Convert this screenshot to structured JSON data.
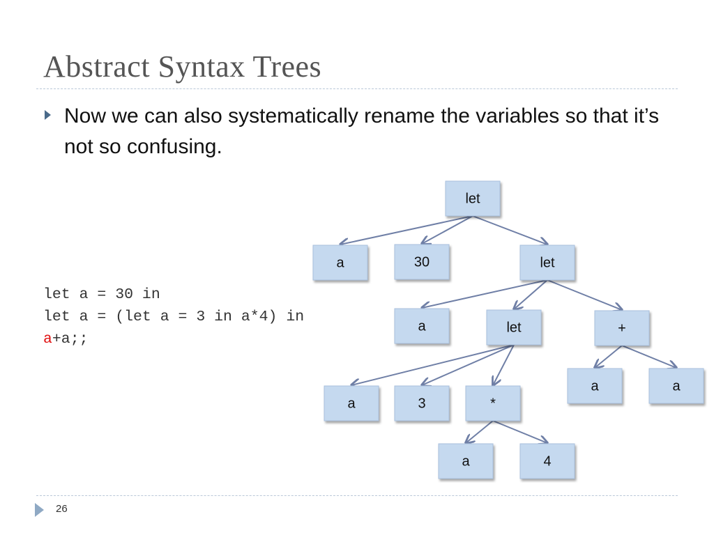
{
  "slide": {
    "title": "Abstract Syntax Trees",
    "bullet": "Now we can also systematically rename the variables so that it’s not so confusing.",
    "page_number": "26"
  },
  "code": {
    "line1": "let a = 30 in",
    "line2": "let a = (let a = 3 in a*4) in",
    "line3_highlight": "a",
    "line3_rest": "+a;;",
    "highlight_color": "#e01010"
  },
  "tree": {
    "node_fill": "#c5d9ef",
    "edge_color": "#6f7fa6",
    "highlight_color": "#e01010",
    "nodes": [
      {
        "id": "n_let1",
        "label": "let"
      },
      {
        "id": "n_a1",
        "label": "a"
      },
      {
        "id": "n_30",
        "label": "30"
      },
      {
        "id": "n_let2",
        "label": "let"
      },
      {
        "id": "n_a2",
        "label": "a"
      },
      {
        "id": "n_let3",
        "label": "let"
      },
      {
        "id": "n_plus",
        "label": "+"
      },
      {
        "id": "n_a3",
        "label": "a"
      },
      {
        "id": "n_3",
        "label": "3"
      },
      {
        "id": "n_mul",
        "label": "*"
      },
      {
        "id": "n_ared",
        "label": "a",
        "highlight": true
      },
      {
        "id": "n_a4",
        "label": "a"
      },
      {
        "id": "n_a5",
        "label": "a"
      },
      {
        "id": "n_4",
        "label": "4"
      }
    ],
    "edges": [
      [
        "n_let1",
        "n_a1"
      ],
      [
        "n_let1",
        "n_30"
      ],
      [
        "n_let1",
        "n_let2"
      ],
      [
        "n_let2",
        "n_a2"
      ],
      [
        "n_let2",
        "n_let3"
      ],
      [
        "n_let2",
        "n_plus"
      ],
      [
        "n_let3",
        "n_a3"
      ],
      [
        "n_let3",
        "n_3"
      ],
      [
        "n_let3",
        "n_mul"
      ],
      [
        "n_plus",
        "n_ared"
      ],
      [
        "n_plus",
        "n_a4"
      ],
      [
        "n_mul",
        "n_a5"
      ],
      [
        "n_mul",
        "n_4"
      ]
    ]
  }
}
